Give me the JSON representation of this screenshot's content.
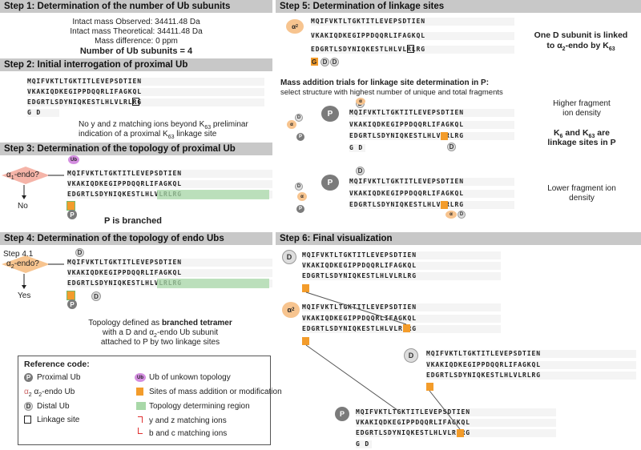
{
  "step1": {
    "title": "Step 1: Determination of the number of Ub subunits",
    "observed": "Intact mass Observed: 34411.48 Da",
    "theoretical": "Intact mass Theoretical: 34411.48 Da",
    "diff": "Mass difference: 0 ppm",
    "number": "Number of Ub subunits = 4"
  },
  "step2": {
    "title": "Step 2: Initial interrogation of proximal Ub",
    "note1": "No y and z matching ions beyond K",
    "k63": "63",
    "note1b": " preliminar",
    "note2": "indication of a proximal K",
    "note2b": " linkage site",
    "end": "G D"
  },
  "step3": {
    "title": "Step 3: Determination of the topology of proximal Ub",
    "q": "α",
    "q_sub": "1",
    "q2": "-endo?",
    "no": "No",
    "branched": "P is branched"
  },
  "step4": {
    "title": "Step 4: Determination of the topology of endo Ubs",
    "sub": "Step 4.1",
    "q": "α",
    "q_sub": "2",
    "q2": "-endo?",
    "yes": "Yes",
    "desc1": "Topology defined as ",
    "desc1b": "branched tetramer",
    "desc2": "with a D and α",
    "desc2sub": "2",
    "desc2b": "-endo Ub subunit",
    "desc3": "attached to P by two linkage sites"
  },
  "step5": {
    "title": "Step 5: Determination of linkage sites",
    "linked1": "One D subunit is linked",
    "linked2": "to α",
    "linked2sub": "2",
    "linked2b": "-endo by K",
    "linked2k": "63",
    "trials1": "Mass addition trials for linkage site determination in P:",
    "trials2": "select structure with highest number of unique and total fragments",
    "higher1": "Higher fragment",
    "higher2": "ion density",
    "kk1": "K",
    "kk1s": "6",
    "kk1b": " and K",
    "kk1s2": "63",
    "kk1c": " are",
    "kk2": "linkage sites in P",
    "lower1": "Lower fragment ion",
    "lower2": "density"
  },
  "step6": {
    "title": "Step 6: Final visualization"
  },
  "seq": {
    "r1": "MQIFVKTLTGKTITLEVEPSDTIEN",
    "r2": "VKAKIQDKEGIPPDQQRLIFAGKQL",
    "r3": "EDGRTLSDYNIQKESTLHLVLRLRG",
    "r4": "GD",
    "r4s": "G"
  },
  "labels": {
    "P": "P",
    "D": "D",
    "A": "α",
    "A2": "2",
    "A1": "1",
    "Ub": "Ub"
  },
  "ref": {
    "title": "Reference code:",
    "proximal": "Proximal Ub",
    "unknown": "Ub of unkown topology",
    "endo": "-endo Ub",
    "endo_pre": "α",
    "endo_sub": "2",
    "sites": "Sites of mass addition or modification",
    "distal": "Distal Ub",
    "topo": "Topology determining region",
    "link": "Linkage site",
    "yz": "y and z matching ions",
    "bc": "b and c matching ions"
  },
  "colors": {
    "orange": "#f39c2b",
    "green": "#a8d8a8",
    "gray": "#c8c8c8",
    "red": "#e03030",
    "purple": "#d48ee0"
  }
}
